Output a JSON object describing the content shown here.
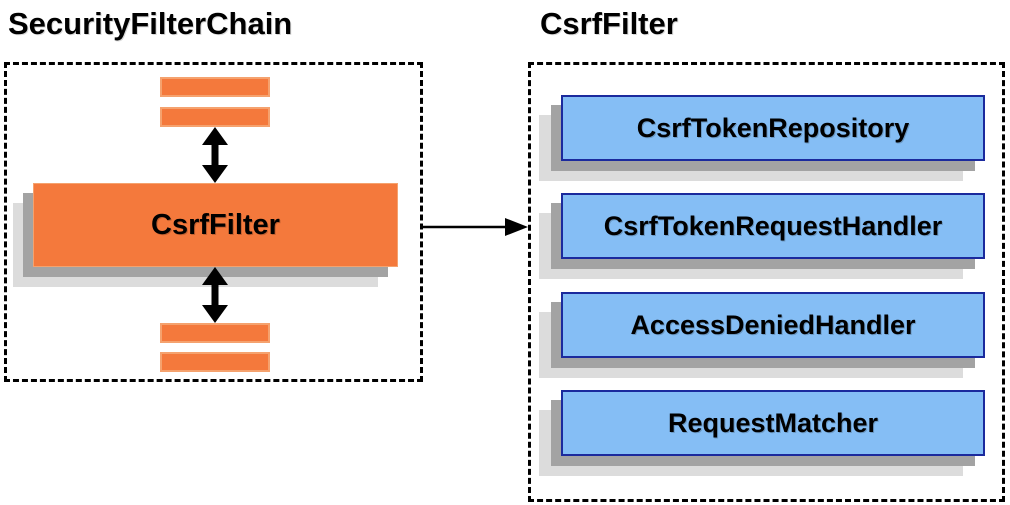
{
  "left_panel": {
    "title": "SecurityFilterChain",
    "filter_box_label": "CsrfFilter"
  },
  "right_panel": {
    "title": "CsrfFilter",
    "components": [
      "CsrfTokenRepository",
      "CsrfTokenRequestHandler",
      "AccessDeniedHandler",
      "RequestMatcher"
    ]
  },
  "icons": {
    "vertical_flow_arrow": "double-headed-vertical-arrow",
    "link_arrow": "right-arrow"
  },
  "colors": {
    "filter_orange": "#f4793c",
    "orange_border": "#f5a26e",
    "component_blue": "#85bef5",
    "component_border": "#1b2a9d",
    "shadow_dark": "#a3a3a3",
    "shadow_light": "#dcdcdc",
    "dashed_border": "#000000",
    "text_color": "#000000"
  }
}
